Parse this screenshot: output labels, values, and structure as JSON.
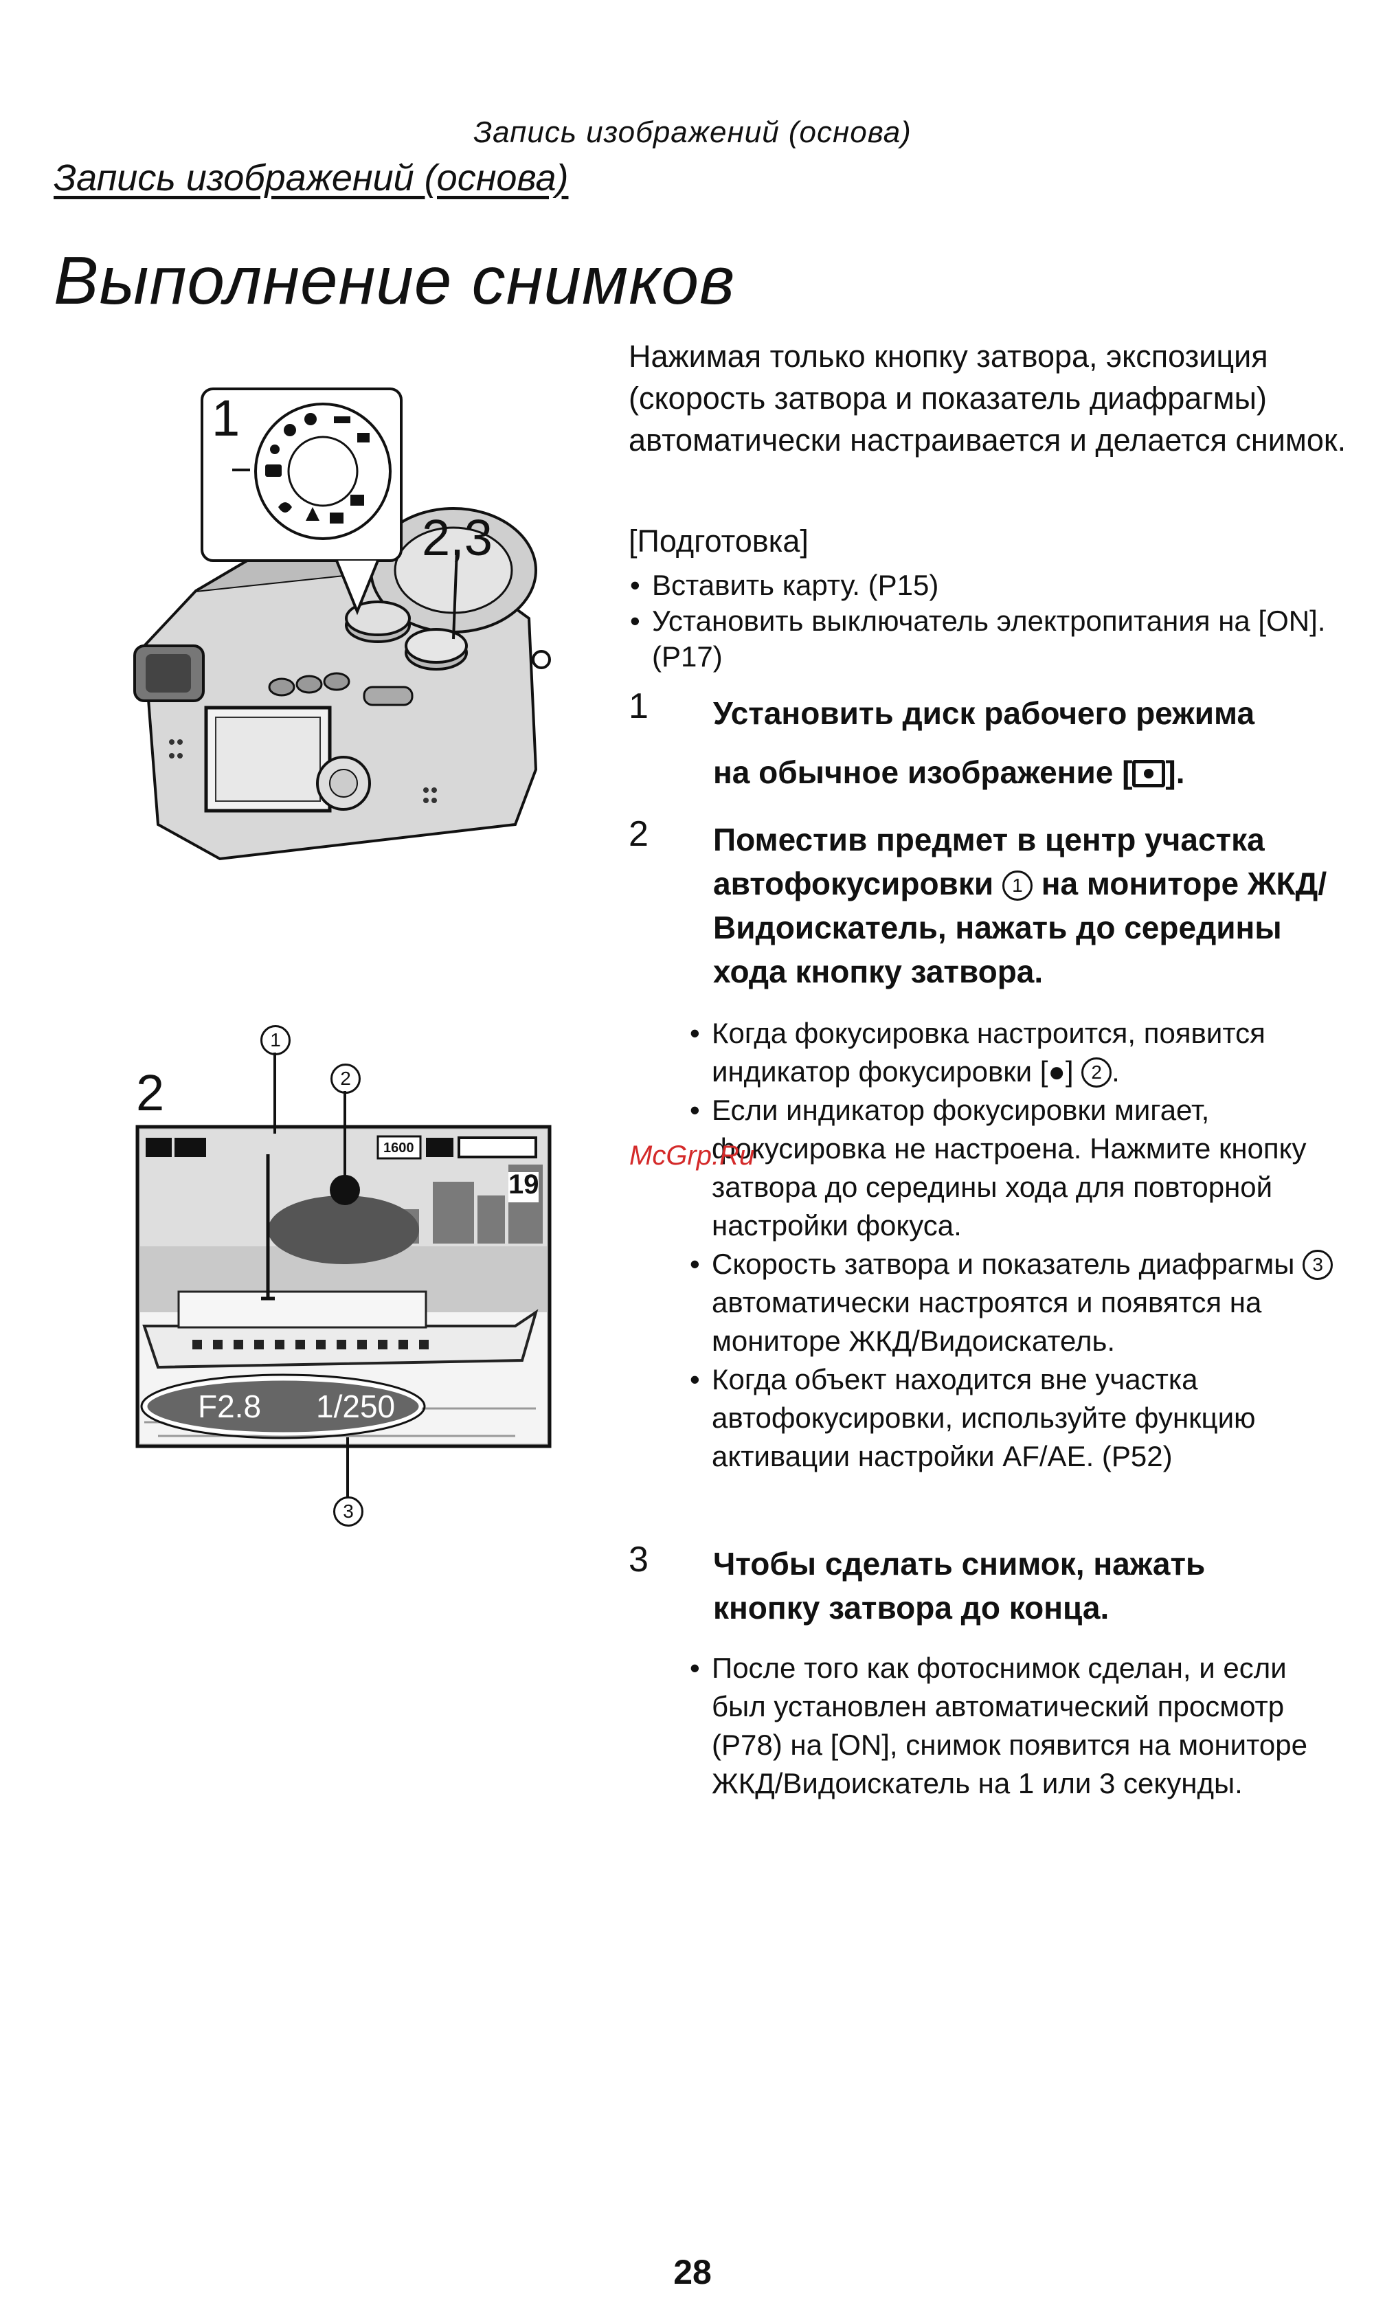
{
  "header": {
    "running_title": "Запись изображений (основа)",
    "section_title": "Запись изображений (основа)"
  },
  "page_title": "Выполнение снимков",
  "intro": "Нажимая только кнопку затвора, экспозиция (скорость затвора и показатель диафрагмы) автоматически настраивается и делается снимок.",
  "preparation": {
    "title": "[Подготовка]",
    "items": [
      "Вставить карту. (P15)",
      "Установить выключатель электропитания на [ON]. (P17)"
    ]
  },
  "steps": [
    {
      "number": "1",
      "text_a": "Установить диск рабочего режима",
      "text_b": "на обычное изображение [",
      "text_c": "]."
    },
    {
      "number": "2",
      "text_a": "Поместив предмет в центр участка автофокусировки",
      "marker": "1",
      "text_b": "на мониторе ЖКД/Видоискатель, нажать до середины хода кнопку затвора.",
      "bullets": [
        {
          "a": "Когда фокусировка настроится, появится индикатор фокусировки [●]",
          "m": "2",
          "b": "."
        },
        {
          "a": "Если индикатор фокусировки мигает, фокусировка не настроена. Нажмите кнопку затвора до середины хода для повторной настройки фокуса.",
          "m": "",
          "b": ""
        },
        {
          "a": "Скорость затвора и показатель диафрагмы",
          "m": "3",
          "b": "автоматически настроятся и появятся на мониторе ЖКД/Видоискатель."
        },
        {
          "a": "Когда объект находится вне участка автофокусировки, используйте функцию активации настройки AF/AE. (P52)",
          "m": "",
          "b": ""
        }
      ]
    },
    {
      "number": "3",
      "text": "Чтобы сделать снимок, нажать кнопку затвора до конца.",
      "bullets": [
        "После того как фотоснимок сделан, и если был установлен автоматический просмотр (P78) на [ON], снимок появится на мониторе ЖКД/Видоискатель на 1 или 3 секунды."
      ]
    }
  ],
  "figure_camera": {
    "label_dial": "1",
    "label_buttons": "2,3"
  },
  "figure_lcd": {
    "label": "2",
    "callout_1": "1",
    "callout_2": "2",
    "callout_3": "3",
    "iso": "1600",
    "frames": "19",
    "aperture": "F2.8",
    "shutter": "1/250"
  },
  "watermark": "McGrp.Ru",
  "page_number": "28"
}
